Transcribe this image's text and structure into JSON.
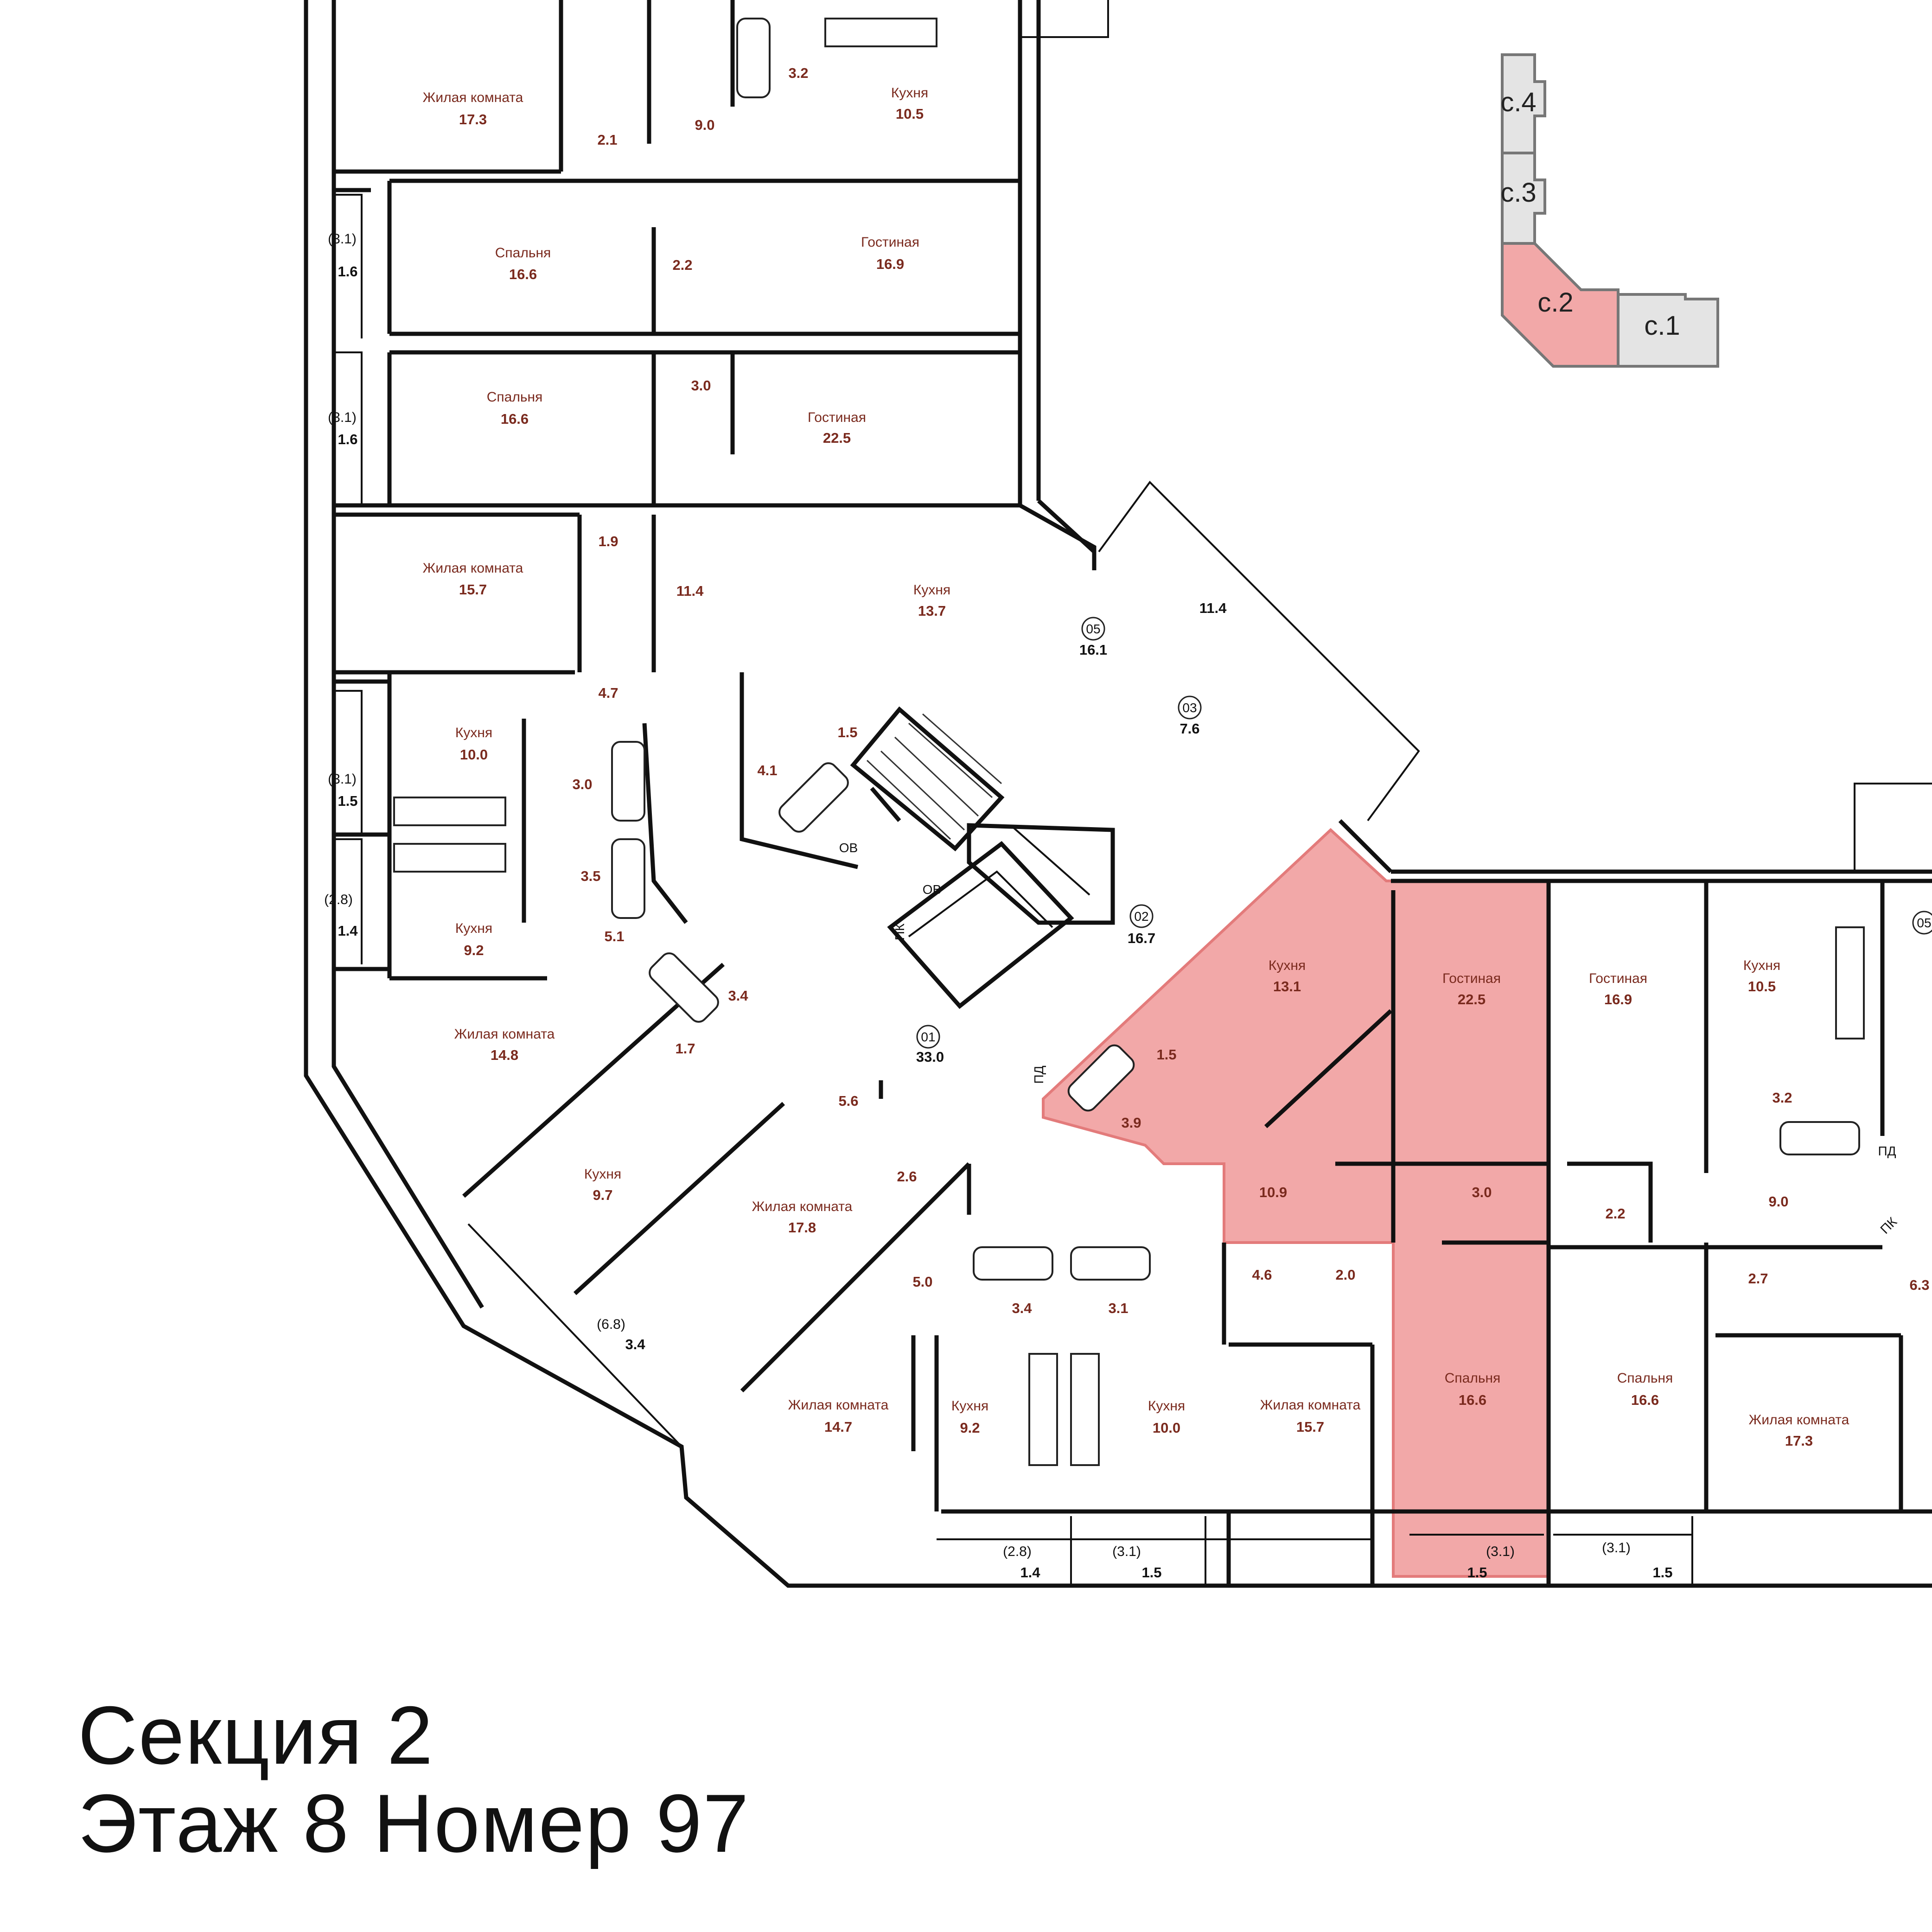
{
  "caption": {
    "line1": "Секция 2",
    "line2": "Этаж 8 Номер 97"
  },
  "colors": {
    "highlight": "#f2a8a8",
    "highlight_stroke": "#e37b7b",
    "section_default": "#e4e4e4",
    "room_text": "#7a2a1e"
  },
  "key_plan": {
    "sections": [
      {
        "label": "с.4",
        "selected": false
      },
      {
        "label": "с.3",
        "selected": false
      },
      {
        "label": "с.2",
        "selected": true
      },
      {
        "label": "с.1",
        "selected": false
      }
    ]
  },
  "rooms": [
    {
      "name": "Жилая комната",
      "area": "17.3"
    },
    {
      "name": "",
      "area": "2.1"
    },
    {
      "name": "",
      "area": "9.0"
    },
    {
      "name": "",
      "area": "3.2"
    },
    {
      "name": "Кухня",
      "area": "10.5"
    },
    {
      "name": "Спальня",
      "area": "16.6"
    },
    {
      "name": "",
      "area": "2.2"
    },
    {
      "name": "Гостиная",
      "area": "16.9"
    },
    {
      "name": "Спальня",
      "area": "16.6"
    },
    {
      "name": "",
      "area": "3.0"
    },
    {
      "name": "Гостиная",
      "area": "22.5"
    },
    {
      "name": "Жилая комната",
      "area": "15.7"
    },
    {
      "name": "",
      "area": "1.9"
    },
    {
      "name": "",
      "area": "11.4"
    },
    {
      "name": "Кухня",
      "area": "13.7"
    },
    {
      "name": "",
      "area": "4.7"
    },
    {
      "name": "Кухня",
      "area": "10.0"
    },
    {
      "name": "",
      "area": "3.0"
    },
    {
      "name": "",
      "area": "4.1"
    },
    {
      "name": "",
      "area": "1.5"
    },
    {
      "name": "Кухня",
      "area": "9.2"
    },
    {
      "name": "",
      "area": "3.5"
    },
    {
      "name": "",
      "area": "5.1"
    },
    {
      "name": "Жилая комната",
      "area": "14.8"
    },
    {
      "name": "",
      "area": "1.7"
    },
    {
      "name": "",
      "area": "3.4"
    },
    {
      "name": "Кухня",
      "area": "9.7"
    },
    {
      "name": "Жилая комната",
      "area": "17.8"
    },
    {
      "name": "",
      "area": "5.6"
    },
    {
      "name": "",
      "area": "2.6"
    },
    {
      "name": "",
      "area": "5.0"
    },
    {
      "name": "",
      "area": "3.4"
    },
    {
      "name": "",
      "area": "3.1"
    },
    {
      "name": "Жилая комната",
      "area": "14.7"
    },
    {
      "name": "Кухня",
      "area": "9.2"
    },
    {
      "name": "Кухня",
      "area": "10.0"
    },
    {
      "name": "Жилая комната",
      "area": "15.7"
    },
    {
      "name": "",
      "area": "4.6"
    },
    {
      "name": "",
      "area": "2.0"
    },
    {
      "name": "Кухня",
      "area": "13.1"
    },
    {
      "name": "",
      "area": "1.5"
    },
    {
      "name": "",
      "area": "3.9"
    },
    {
      "name": "",
      "area": "10.9"
    },
    {
      "name": "Гостиная",
      "area": "22.5"
    },
    {
      "name": "",
      "area": "3.0"
    },
    {
      "name": "Спальня",
      "area": "16.6"
    },
    {
      "name": "Гостиная",
      "area": "16.9"
    },
    {
      "name": "",
      "area": "2.2"
    },
    {
      "name": "Спальня",
      "area": "16.6"
    },
    {
      "name": "Кухня",
      "area": "10.5"
    },
    {
      "name": "",
      "area": "3.2"
    },
    {
      "name": "",
      "area": "9.0"
    },
    {
      "name": "",
      "area": "2.7"
    },
    {
      "name": "",
      "area": "6.3"
    },
    {
      "name": "Жилая комната",
      "area": "17.3"
    }
  ],
  "balconies": [
    {
      "full": "(3.1)",
      "reduced": "1.6"
    },
    {
      "full": "(3.1)",
      "reduced": "1.6"
    },
    {
      "full": "(3.1)",
      "reduced": "1.5"
    },
    {
      "full": "(2.8)",
      "reduced": "1.4"
    },
    {
      "full": "(6.8)",
      "reduced": "3.4"
    },
    {
      "full": "(2.8)",
      "reduced": "1.4"
    },
    {
      "full": "(3.1)",
      "reduced": "1.5"
    },
    {
      "full": "(3.1)",
      "reduced": "1.5"
    },
    {
      "full": "(3.1)",
      "reduced": "1.5"
    }
  ],
  "common_areas": [
    {
      "number": "05",
      "area": "16.1"
    },
    {
      "number": "03",
      "area": "7.6"
    },
    {
      "number": "02",
      "area": "16.7"
    },
    {
      "number": "01",
      "area": "33.0"
    },
    {
      "number": "05",
      "area": ""
    }
  ],
  "markers": [
    "ОВ",
    "ОВ",
    "ПК",
    "ПД",
    "ПД",
    "ПК"
  ],
  "unlabeled_areas": [
    "11.4"
  ]
}
